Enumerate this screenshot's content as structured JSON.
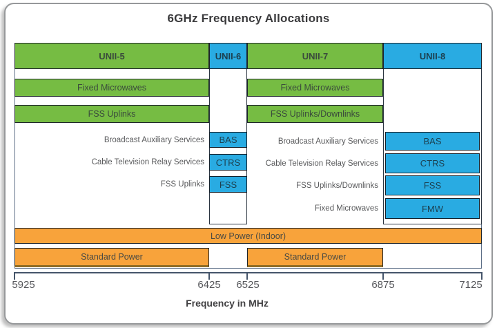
{
  "title": "6GHz Frequency Allocations",
  "colors": {
    "green": "#76BC43",
    "blue": "#29ABE2",
    "orange": "#F8A33B",
    "axis_line": "#44546A",
    "muted_text": "#58595B"
  },
  "bands": {
    "unii5": {
      "label": "UNII-5",
      "range_mhz": [
        5925,
        6425
      ],
      "rows": {
        "fixed_microwaves": "Fixed Microwaves",
        "fss_uplinks": "FSS Uplinks",
        "bas": "Broadcast Auxiliary Services",
        "ctrs": "Cable Television Relay Services",
        "fss": "FSS Uplinks",
        "standard_power": "Standard Power"
      }
    },
    "unii6": {
      "label": "UNII-6",
      "range_mhz": [
        6425,
        6525
      ],
      "boxes": {
        "bas": "BAS",
        "ctrs": "CTRS",
        "fss": "FSS"
      }
    },
    "unii7": {
      "label": "UNII-7",
      "range_mhz": [
        6525,
        6875
      ],
      "rows": {
        "fixed_microwaves": "Fixed Microwaves",
        "fss_links": "FSS Uplinks/Downlinks",
        "bas": "Broadcast Auxiliary Services",
        "ctrs": "Cable Television Relay Services",
        "fss": "FSS Uplinks/Downlinks",
        "fmw": "Fixed Microwaves",
        "standard_power": "Standard Power"
      }
    },
    "unii8": {
      "label": "UNII-8",
      "range_mhz": [
        6875,
        7125
      ],
      "boxes": {
        "bas": "BAS",
        "ctrs": "CTRS",
        "fss": "FSS",
        "fmw": "FMW"
      }
    }
  },
  "power": {
    "low_power": "Low Power (Indoor)",
    "low_power_range_mhz": [
      5925,
      7125
    ]
  },
  "axis": {
    "label": "Frequency in MHz",
    "min_mhz": 5925,
    "max_mhz": 7125,
    "ticks": [
      {
        "value": "5925"
      },
      {
        "value": "6425"
      },
      {
        "value": "6525"
      },
      {
        "value": "6875"
      },
      {
        "value": "7125"
      }
    ]
  }
}
